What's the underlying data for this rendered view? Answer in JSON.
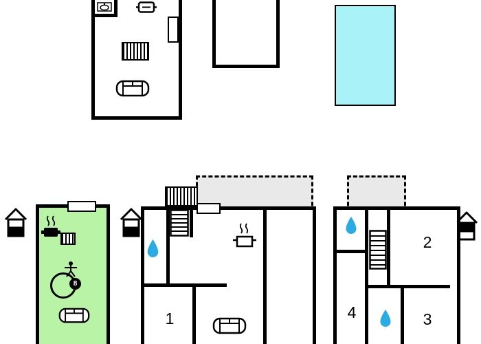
{
  "colors": {
    "wall": "#000000",
    "pool_fill": "#a9f2f8",
    "green_fill": "#b9f3a5",
    "terrace_fill": "#e9e9e9",
    "drop_fill": "#2aabe2",
    "label_color": "#000000"
  },
  "plans": {
    "middle_unit": {
      "room1_label": "1"
    },
    "right_unit": {
      "room2_label": "2",
      "room3_label": "3",
      "room4_label": "4"
    },
    "green_unit": {
      "billiard_ball_label": "8"
    }
  },
  "icons": {
    "water-drop-icon": "blue droplet",
    "radiator-icon": "striped rectangle",
    "sofa-icon": "sofa top view",
    "stairs-icon": "rectangle with rungs",
    "stove-icon": "pot with steam",
    "pot-icon": "pot top view",
    "sink-icon": "wash basin",
    "person-icon": "stick figure",
    "table-icon": "round table outline",
    "billiard-ball-icon": "black ball with 8",
    "house-level-icon": "house pictogram with highlighted floor",
    "window-icon": "white rectangle on wall",
    "terrace": "grey dashed area",
    "swimming-pool": "cyan rectangle"
  }
}
